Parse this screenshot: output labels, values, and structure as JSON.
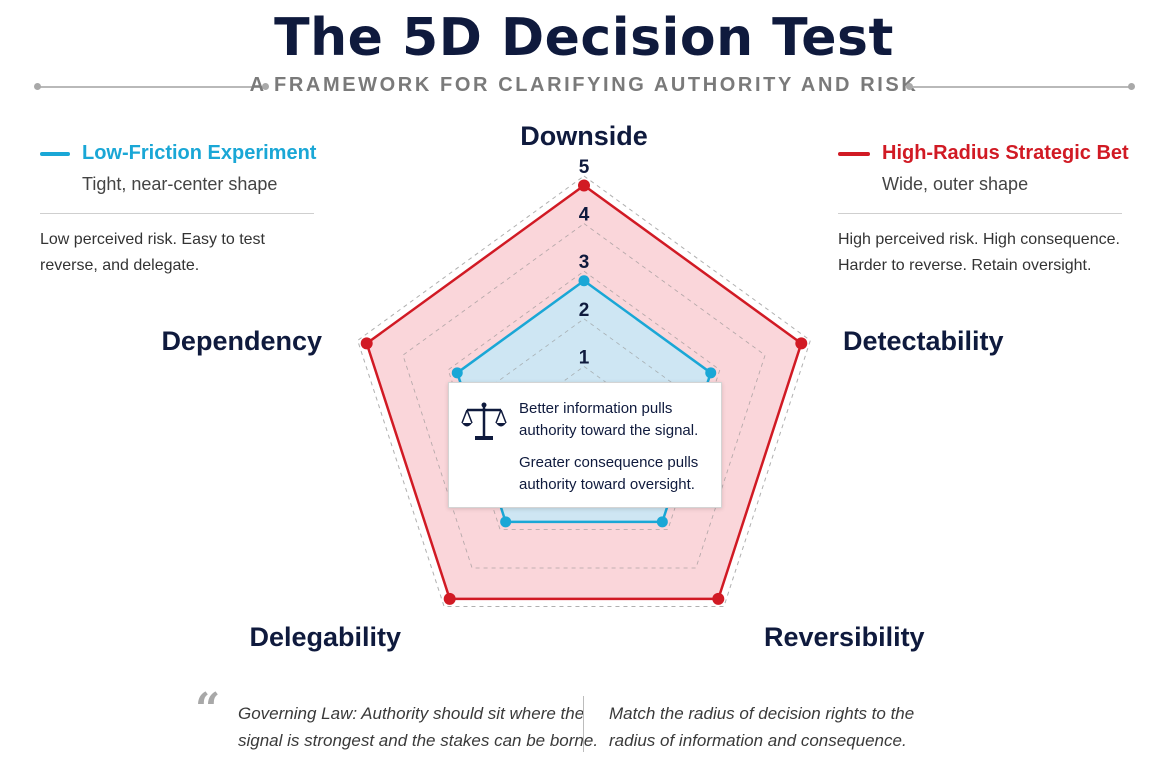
{
  "header": {
    "title": "The 5D Decision Test",
    "subtitle": "A FRAMEWORK FOR CLARIFYING AUTHORITY AND RISK"
  },
  "legend": {
    "low": {
      "name": "Low-Friction Experiment",
      "shape": "Tight, near-center shape",
      "desc_line1": "Low perceived risk. Easy to test",
      "desc_line2": "reverse, and delegate.",
      "color": "#1aa7d6"
    },
    "high": {
      "name": "High-Radius Strategic Bet",
      "shape": "Wide, outer shape",
      "desc_line1": "High perceived risk. High consequence.",
      "desc_line2": "Harder to reverse. Retain oversight.",
      "color": "#d11a24"
    }
  },
  "callout": {
    "line1": "Better information pulls",
    "line2": "authority toward the signal.",
    "line3": "Greater consequence pulls",
    "line4": "authority toward oversight.",
    "icon": "scales-icon"
  },
  "footer": {
    "quote_line1": "Governing Law: Authority should sit where the",
    "quote_line2": "signal is strongest and the stakes can be borne.",
    "right_line1": "Match the radius of decision rights to the",
    "right_line2": "radius of information and consequence.",
    "icon": "quote-icon"
  },
  "chart_data": {
    "type": "radar",
    "axes": [
      "Downside",
      "Detectability",
      "Reversibility",
      "Delegability",
      "Dependency"
    ],
    "tick_labels": [
      "1",
      "2",
      "3",
      "4",
      "5"
    ],
    "range": [
      0,
      5
    ],
    "grid": true,
    "series": [
      {
        "name": "Low-Friction Experiment",
        "values": [
          2.8,
          2.8,
          2.8,
          2.8,
          2.8
        ],
        "color": "#1aa7d6",
        "fill": "#c6e9f7"
      },
      {
        "name": "High-Radius Strategic Bet",
        "values": [
          4.8,
          4.8,
          4.8,
          4.8,
          4.8
        ],
        "color": "#d11a24",
        "fill": "#f9cfd3"
      }
    ]
  }
}
